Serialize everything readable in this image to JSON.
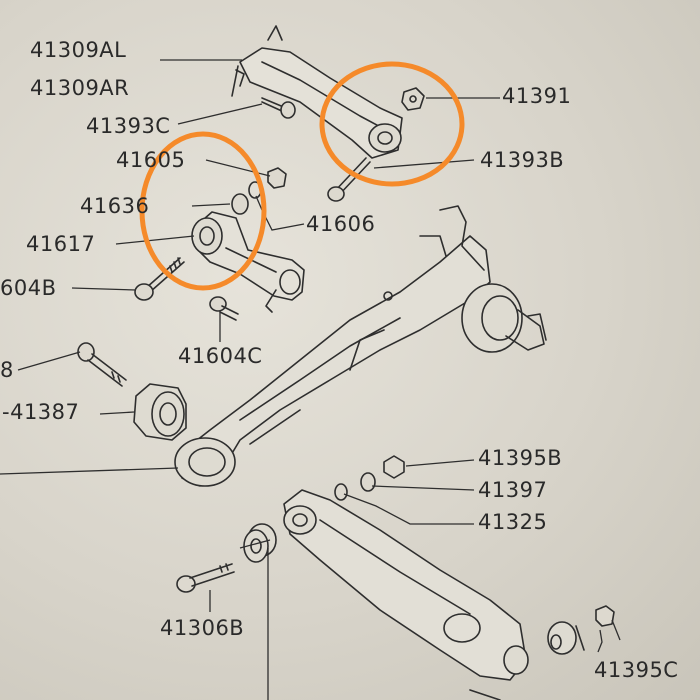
{
  "parts": {
    "p41309AL": "41309AL",
    "p41309AR": "41309AR",
    "p41393C": "41393C",
    "p41391": "41391",
    "p41393B": "41393B",
    "p41605": "41605",
    "p41636": "41636",
    "p41606": "41606",
    "p41617": "41617",
    "p41604B": "604B",
    "p41604C": "41604C",
    "p8": "8",
    "p41387": "-41387",
    "p41395B": "41395B",
    "p41397": "41397",
    "p41325": "41325",
    "p41306B": "41306B",
    "p41395C": "41395C"
  },
  "style": {
    "highlight_color": "#f58a2a",
    "ink_color": "#2a2a2a",
    "paper_color": "#dcd9cf"
  }
}
